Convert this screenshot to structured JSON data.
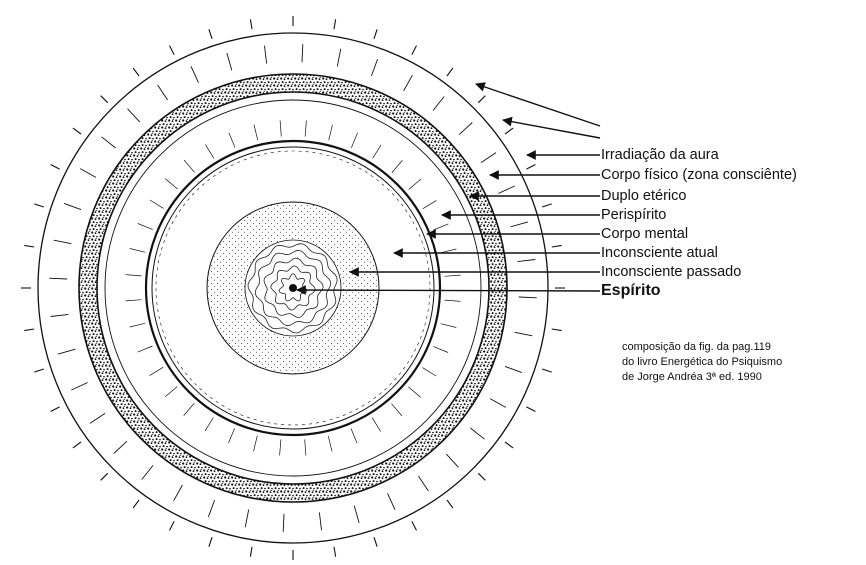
{
  "labels": [
    {
      "text": "Irradiação da aura",
      "bold": false
    },
    {
      "text": "Corpo físico (zona consciênte)",
      "bold": false
    },
    {
      "text": "Duplo etérico",
      "bold": false
    },
    {
      "text": "Perispírito",
      "bold": false
    },
    {
      "text": "Corpo mental",
      "bold": false
    },
    {
      "text": "Inconsciente atual",
      "bold": false
    },
    {
      "text": "Inconsciente passado",
      "bold": false
    },
    {
      "text": "Espírito",
      "bold": true
    }
  ],
  "caption": {
    "line1": "composição da fig. da pag.119",
    "line2": "do livro Energética do Psiquismo",
    "line3": "de Jorge Andréa 3ª ed. 1990"
  },
  "colors": {
    "ink": "#111111",
    "background": "#ffffff"
  }
}
